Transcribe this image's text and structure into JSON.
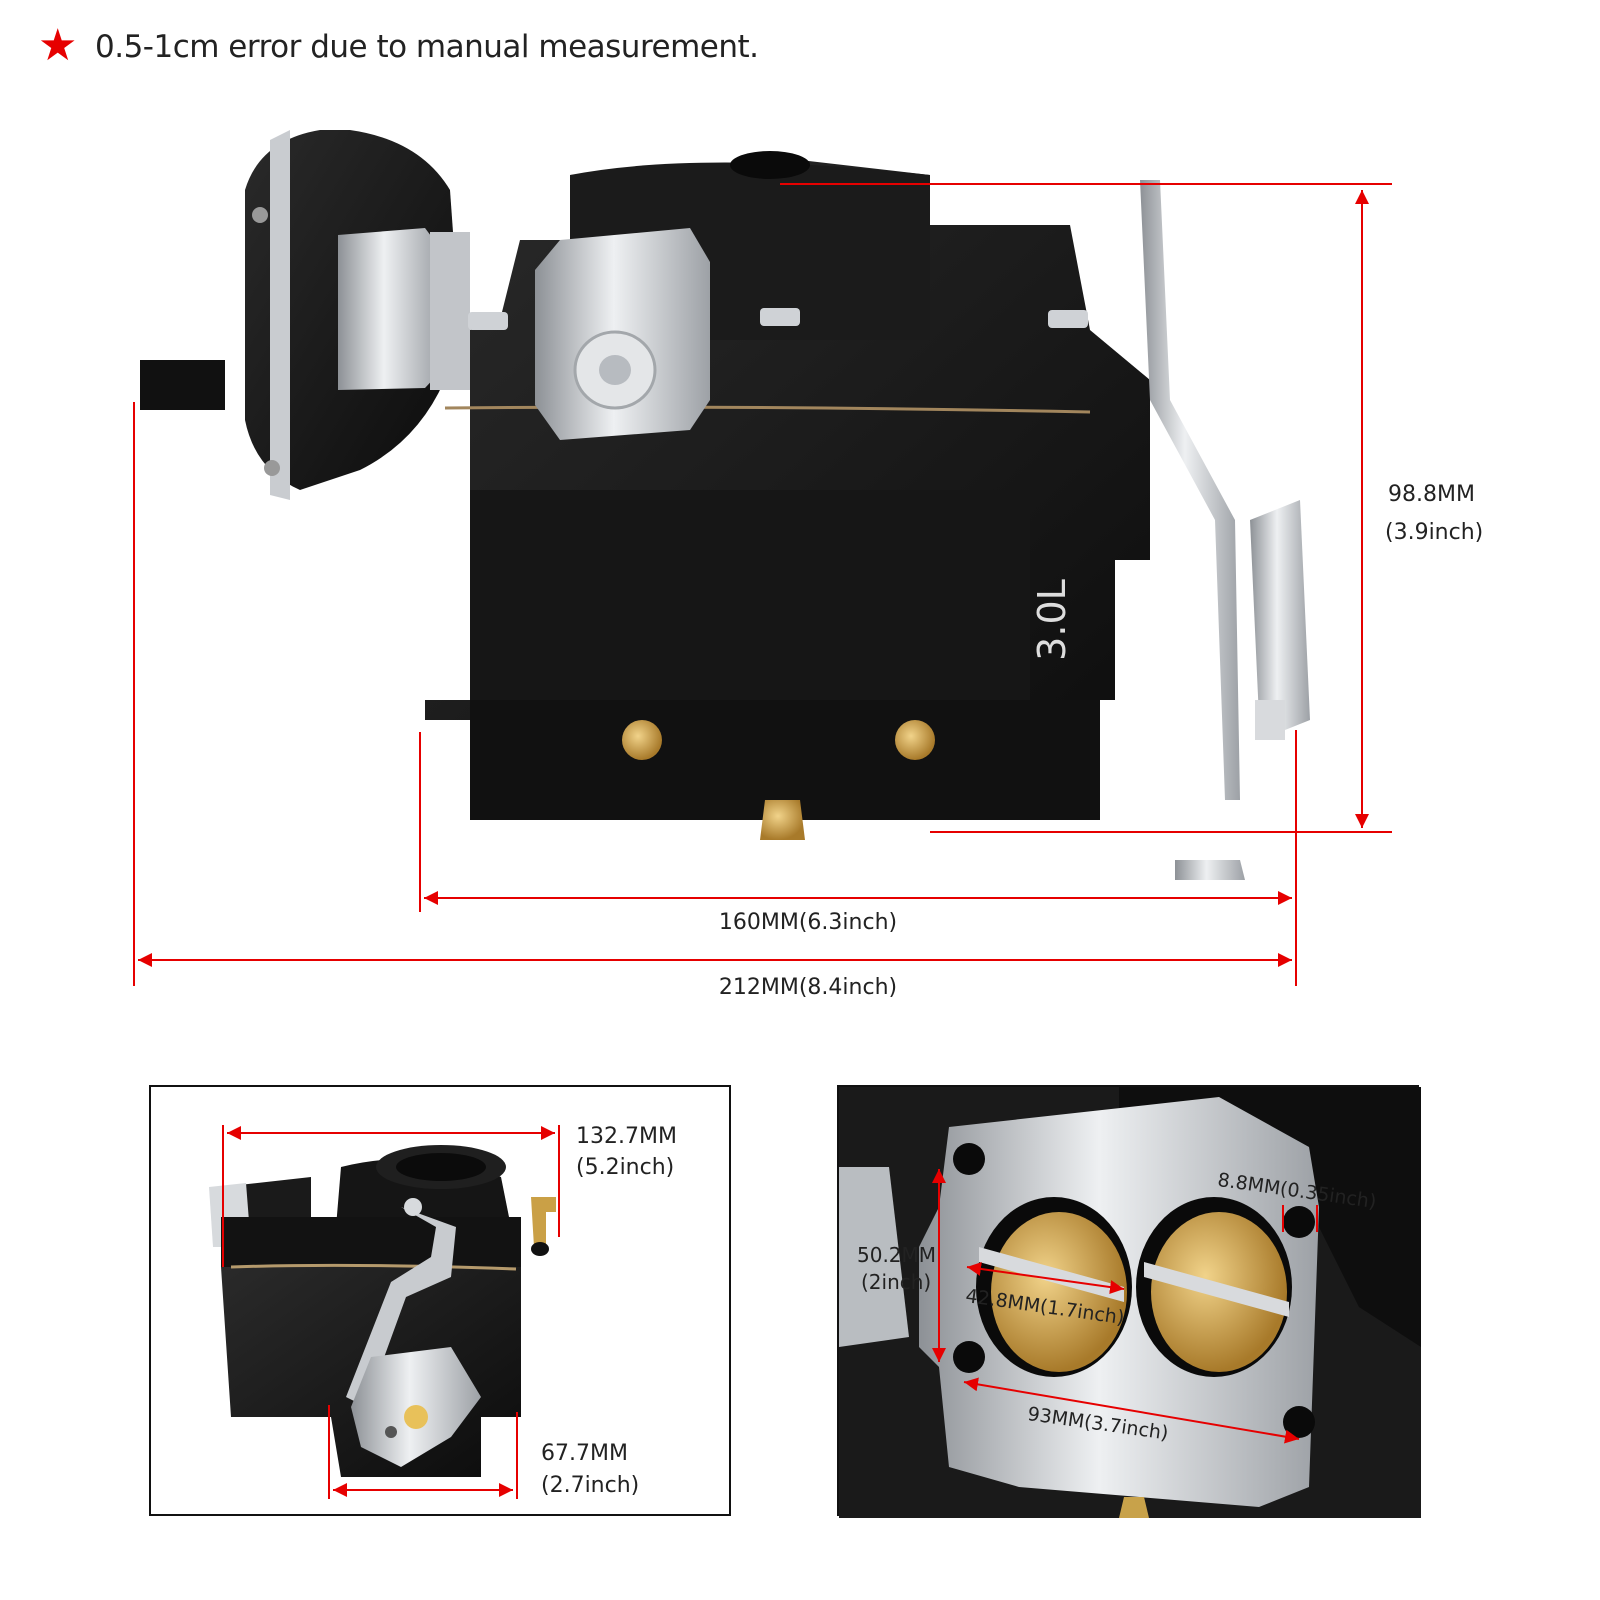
{
  "note": {
    "icon": "star-icon",
    "text": "0.5-1cm error due to manual measurement."
  },
  "main_view": {
    "engine_label": "3.0L",
    "height_mm": "98.8MM",
    "height_in": "(3.9inch)",
    "inner_width": "160MM(6.3inch)",
    "outer_width": "212MM(8.4inch)"
  },
  "left_panel": {
    "top_mm": "132.7MM",
    "top_in": "(5.2inch)",
    "bottom_mm": "67.7MM",
    "bottom_in": "(2.7inch)"
  },
  "right_panel": {
    "bolt_hole": "8.8MM(0.35inch)",
    "side_mm": "50.2MM",
    "side_in": "(2inch)",
    "bore": "42.8MM(1.7inch)",
    "spacing": "93MM(3.7inch)"
  },
  "colors": {
    "dimension_red": "#e60000",
    "body_black": "#141414",
    "metal": "#c9ccd0",
    "brass": "#c8a24a"
  }
}
